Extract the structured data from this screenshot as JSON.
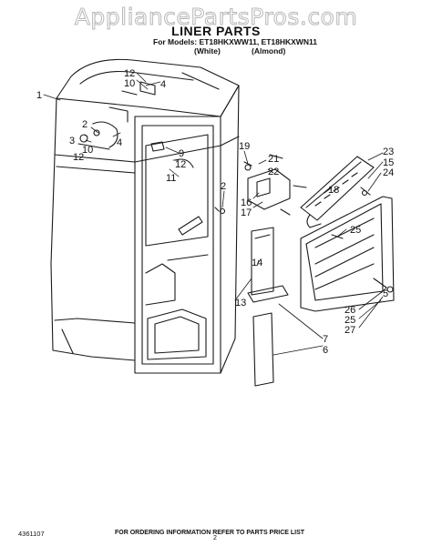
{
  "header": {
    "watermark": "AppliancePartsPros.com",
    "title": "LINER PARTS",
    "models": "For Models: ET18HKXWW11, ET18HKXWN11",
    "variant_white": "(White)",
    "variant_almond": "(Almond)"
  },
  "callouts": [
    "1",
    "12",
    "10",
    "4",
    "4",
    "2",
    "12",
    "10",
    "3",
    "9",
    "12",
    "11",
    "2",
    "19",
    "21",
    "22",
    "16",
    "17",
    "18",
    "23",
    "15",
    "24",
    "25",
    "14",
    "13",
    "26",
    "25",
    "27",
    "7",
    "6",
    "5"
  ],
  "footer": {
    "doc_number": "4361107",
    "ordering_note": "FOR ORDERING INFORMATION REFER TO PARTS PRICE LIST",
    "page_number": "2"
  }
}
